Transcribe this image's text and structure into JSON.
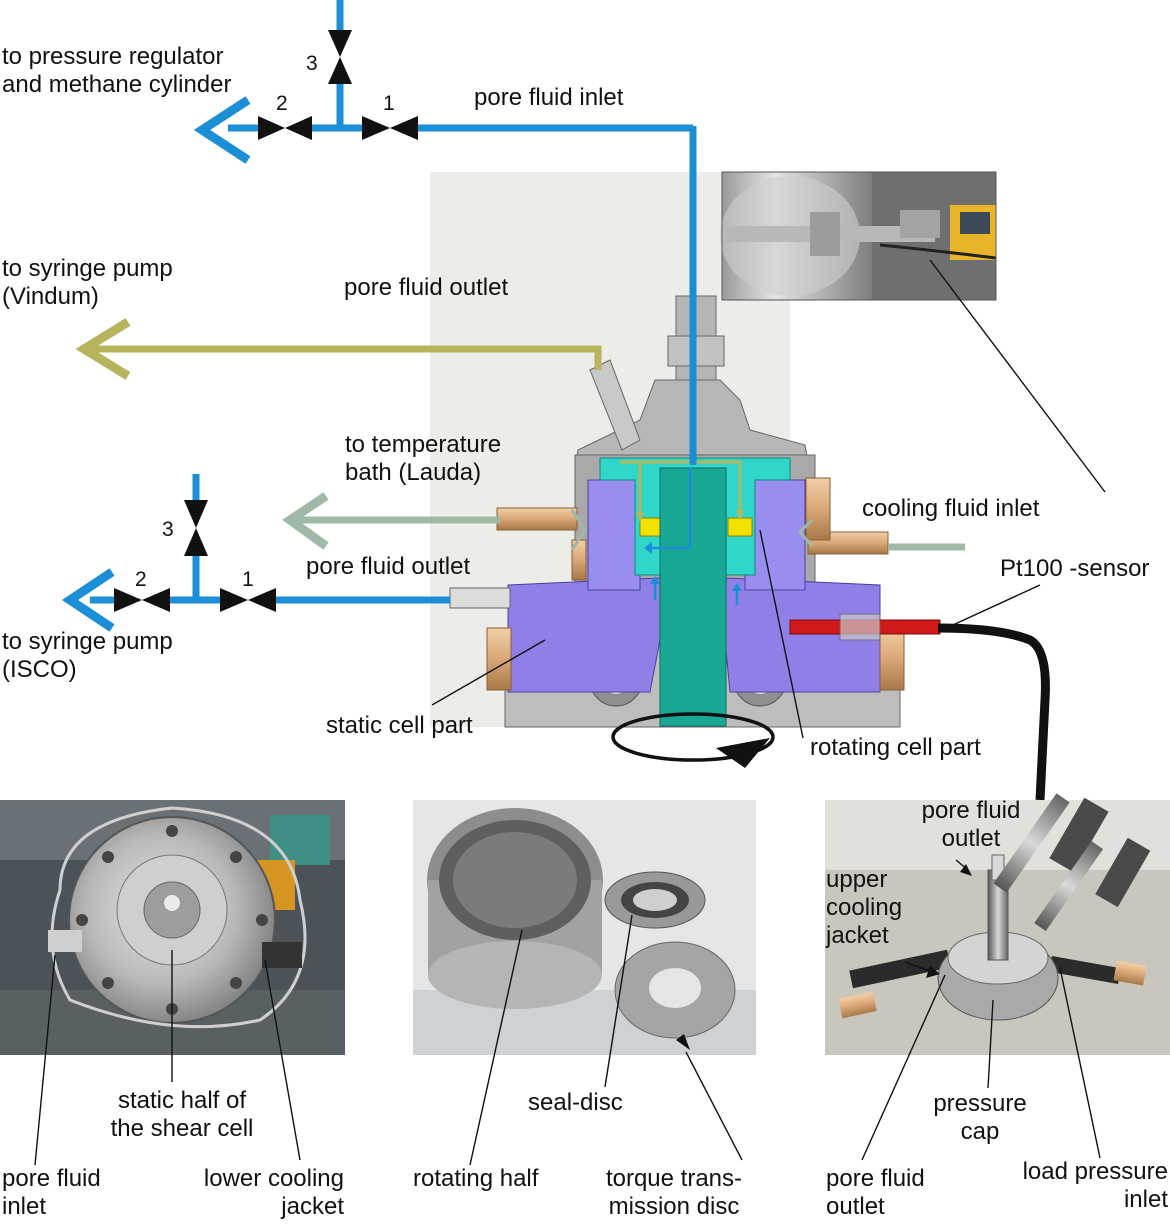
{
  "colors": {
    "pore_fluid_line": "#1a8fd6",
    "outlet_line_olive": "#b7b45e",
    "cooling_line": "#9fb9a6",
    "cell_cyan": "#2fd6c9",
    "shaft_teal": "#1aa896",
    "static_violet": "#8e80e6",
    "brass": "#d9a777",
    "seal_yellow": "#f2e200",
    "sensor_red": "#d21919"
  },
  "top_manifold": {
    "valve_1": "1",
    "valve_2": "2",
    "valve_3": "3",
    "dest_label": "to pressure regulator\nand methane cylinder",
    "line_label": "pore fluid inlet"
  },
  "middle": {
    "syringe_vindum": "to syringe pump\n(Vindum)",
    "outlet_label_upper": "pore fluid outlet",
    "temp_bath": "to temperature\nbath (Lauda)",
    "cooling_inlet": "cooling fluid inlet",
    "pt100": "Pt100 -sensor"
  },
  "bottom_manifold": {
    "valve_1": "1",
    "valve_2": "2",
    "valve_3": "3",
    "outlet_label": "pore fluid outlet",
    "syringe_isco": "to syringe pump\n(ISCO)"
  },
  "section": {
    "static_part": "static cell part",
    "rotating_part": "rotating cell part"
  },
  "photo_left": {
    "static_half": "static half of\nthe shear cell",
    "pore_inlet": "pore fluid\ninlet",
    "lower_jacket": "lower cooling\njacket"
  },
  "photo_middle": {
    "seal_disc": "seal-disc",
    "rotating_half": "rotating half",
    "torque_disc": "torque trans-\nmission disc"
  },
  "photo_right": {
    "outlet_top": "pore fluid\noutlet",
    "upper_jacket": "upper\ncooling\njacket",
    "pressure_cap": "pressure\ncap",
    "outlet_bottom": "pore fluid\noutlet",
    "load_inlet": "load pressure\ninlet"
  }
}
